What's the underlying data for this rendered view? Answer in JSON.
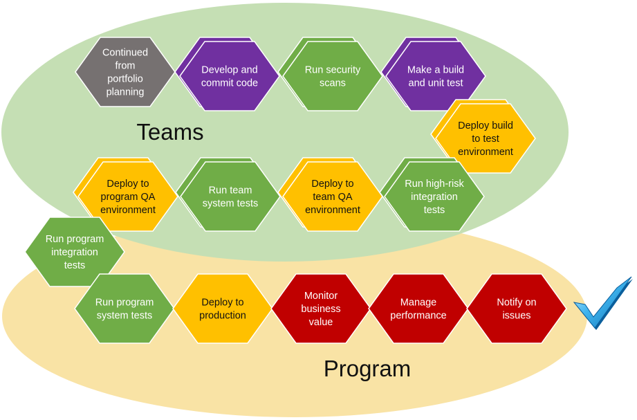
{
  "groups": {
    "teams": "Teams",
    "program": "Program"
  },
  "colors": {
    "teams_ellipse": "#c5dfb4",
    "program_ellipse": "#f9e3a5",
    "gray": "#767171",
    "purple": "#7030a0",
    "green": "#70ad47",
    "yellow": "#ffc000",
    "red": "#c00000",
    "outline": "#ffffff",
    "check": "#2aa8e8"
  },
  "steps": [
    {
      "id": "continued-from-portfolio-planning",
      "lines": [
        "Continued",
        "from",
        "portfolio",
        "planning"
      ],
      "color": "gray",
      "stacked": false,
      "text_color": "white"
    },
    {
      "id": "develop-and-commit-code",
      "lines": [
        "Develop and",
        "commit code"
      ],
      "color": "purple",
      "stacked": true,
      "text_color": "white"
    },
    {
      "id": "run-security-scans",
      "lines": [
        "Run security",
        "scans"
      ],
      "color": "green",
      "stacked": true,
      "text_color": "white"
    },
    {
      "id": "make-a-build-and-unit-test",
      "lines": [
        "Make a build",
        "and unit test"
      ],
      "color": "purple",
      "stacked": true,
      "text_color": "white"
    },
    {
      "id": "deploy-build-to-test-environment",
      "lines": [
        "Deploy build",
        "to test",
        "environment"
      ],
      "color": "yellow",
      "stacked": true,
      "text_color": "black"
    },
    {
      "id": "run-high-risk-integration-tests",
      "lines": [
        "Run high-risk",
        "integration",
        "tests"
      ],
      "color": "green",
      "stacked": true,
      "text_color": "white"
    },
    {
      "id": "deploy-to-team-qa-environment",
      "lines": [
        "Deploy to",
        "team QA",
        "environment"
      ],
      "color": "yellow",
      "stacked": true,
      "text_color": "black"
    },
    {
      "id": "run-team-system-tests",
      "lines": [
        "Run team",
        "system tests"
      ],
      "color": "green",
      "stacked": true,
      "text_color": "white"
    },
    {
      "id": "deploy-to-program-qa-environment",
      "lines": [
        "Deploy to",
        "program QA",
        "environment"
      ],
      "color": "yellow",
      "stacked": true,
      "text_color": "black"
    },
    {
      "id": "run-program-integration-tests",
      "lines": [
        "Run program",
        "integration",
        "tests"
      ],
      "color": "green",
      "stacked": false,
      "text_color": "white"
    },
    {
      "id": "run-program-system-tests",
      "lines": [
        "Run program",
        "system tests"
      ],
      "color": "green",
      "stacked": false,
      "text_color": "white"
    },
    {
      "id": "deploy-to-production",
      "lines": [
        "Deploy to",
        "production"
      ],
      "color": "yellow",
      "stacked": false,
      "text_color": "black"
    },
    {
      "id": "monitor-business-value",
      "lines": [
        "Monitor",
        "business",
        "value"
      ],
      "color": "red",
      "stacked": false,
      "text_color": "white"
    },
    {
      "id": "manage-performance",
      "lines": [
        "Manage",
        "performance"
      ],
      "color": "red",
      "stacked": false,
      "text_color": "white"
    },
    {
      "id": "notify-on-issues",
      "lines": [
        "Notify on",
        "issues"
      ],
      "color": "red",
      "stacked": false,
      "text_color": "white"
    }
  ],
  "icons": {
    "completion": "checkmark-icon"
  }
}
